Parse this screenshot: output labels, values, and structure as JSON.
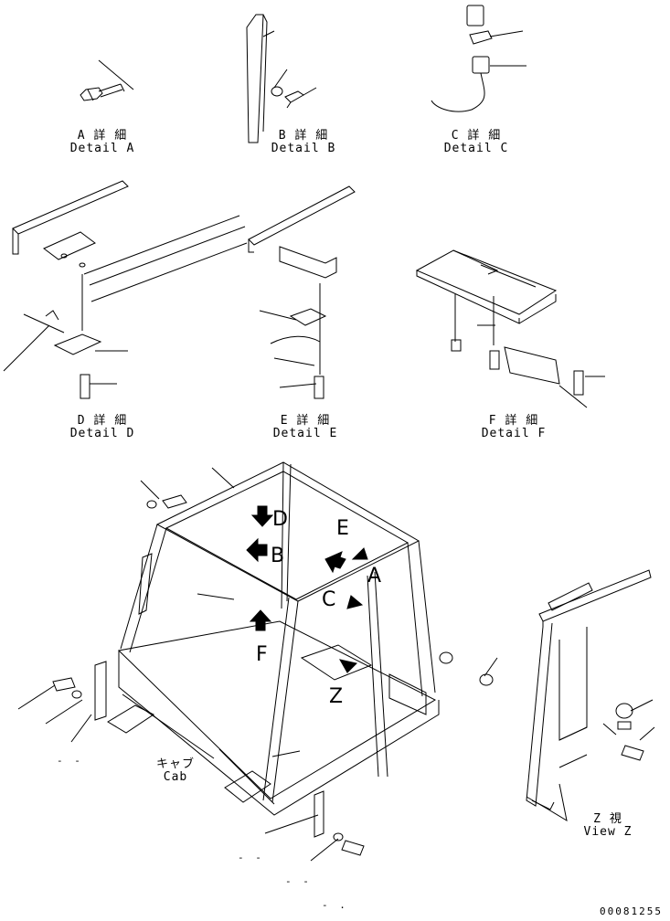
{
  "details": [
    {
      "jp": "A 詳 細",
      "en": "Detail A"
    },
    {
      "jp": "B 詳 細",
      "en": "Detail B"
    },
    {
      "jp": "C 詳 細",
      "en": "Detail C"
    },
    {
      "jp": "D 詳 細",
      "en": "Detail D"
    },
    {
      "jp": "E 詳 細",
      "en": "Detail E"
    },
    {
      "jp": "F 詳 細",
      "en": "Detail F"
    }
  ],
  "main": {
    "jp": "キャブ",
    "en": "Cab",
    "view_letters": [
      "D",
      "E",
      "B",
      "A",
      "C",
      "F",
      "Z"
    ]
  },
  "view_z": {
    "jp": "Z  視",
    "en": "View Z"
  },
  "dashes": [
    "- -",
    "- -",
    "- -",
    "- ."
  ],
  "document_number": "00081255"
}
